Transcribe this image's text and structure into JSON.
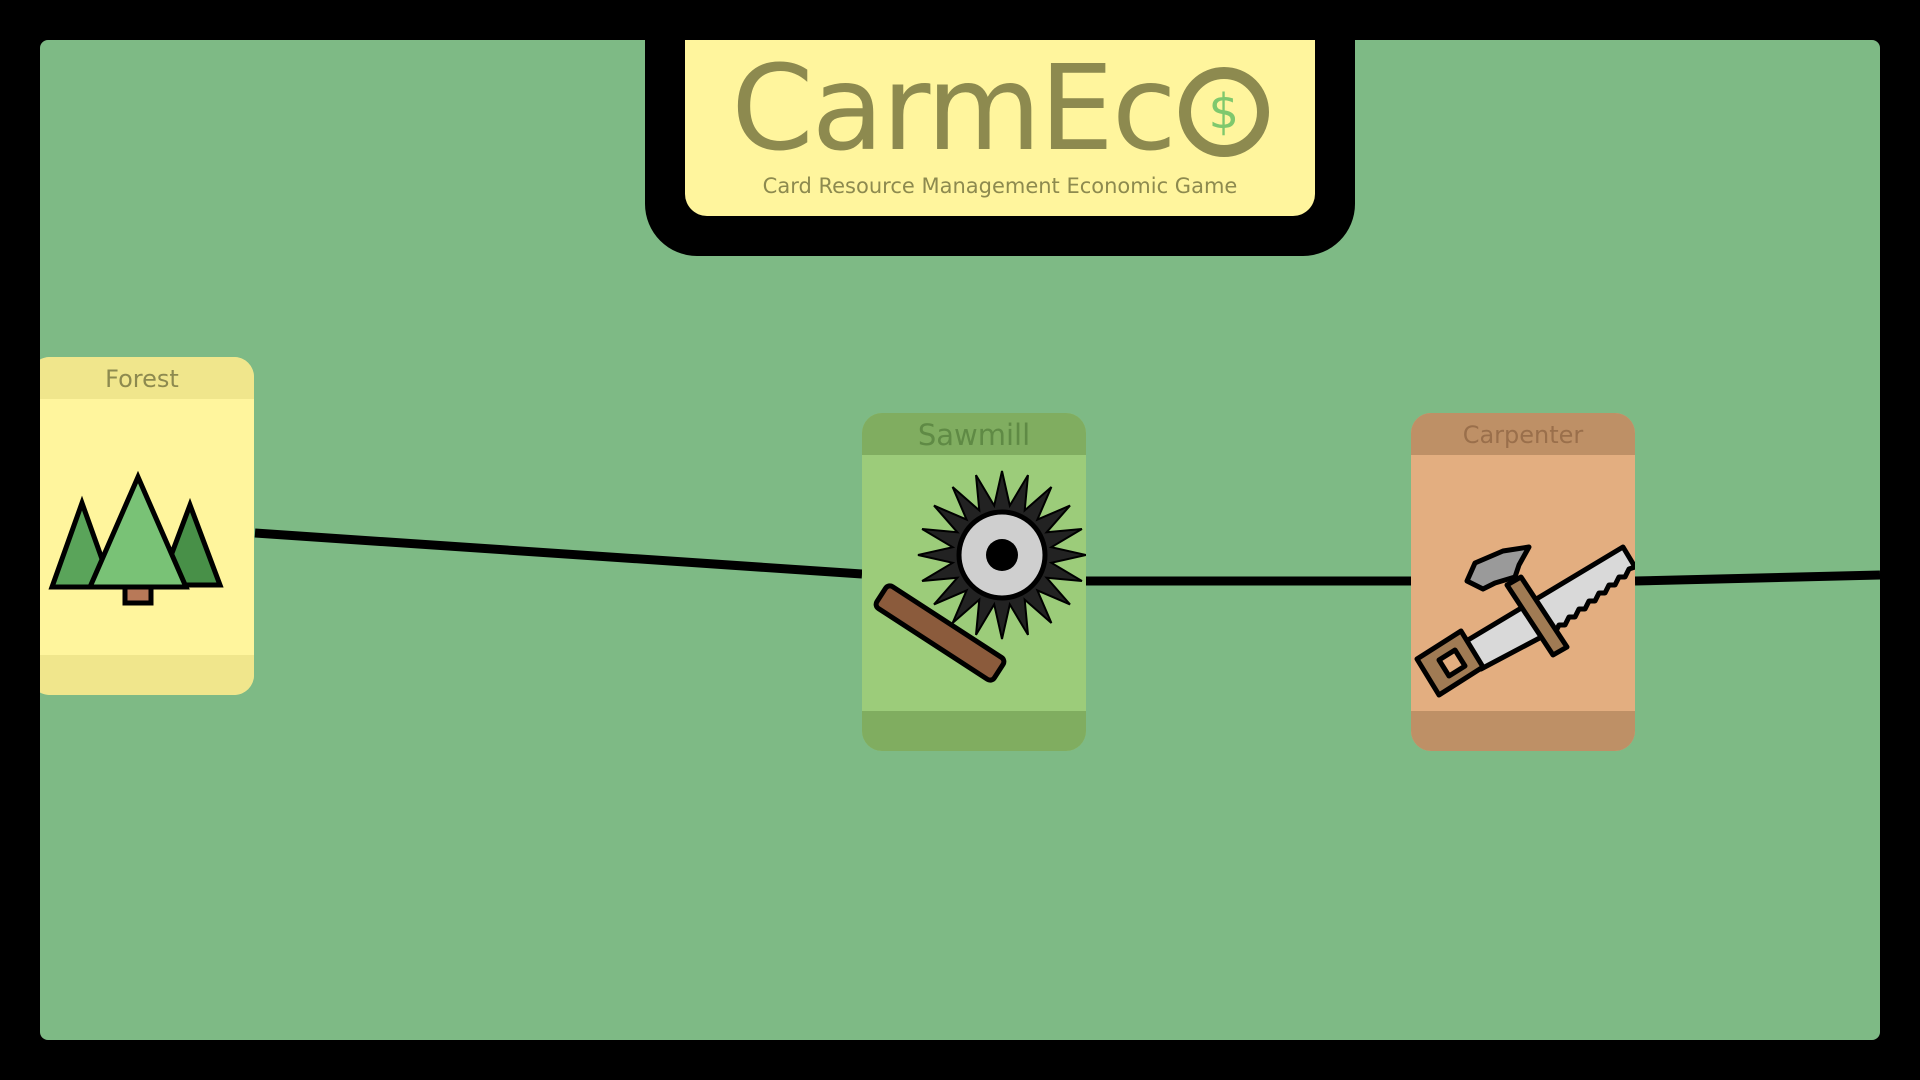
{
  "title": {
    "main": "CarmEco",
    "main_prefix": "CarmEc",
    "coin_symbol": "$",
    "subtitle": "Card Resource Management Economic Game"
  },
  "cards": [
    {
      "id": "forest",
      "label": "Forest",
      "icon": "pine-trees-icon",
      "color": "#fff59d"
    },
    {
      "id": "sawmill",
      "label": "Sawmill",
      "icon": "circular-saw-log-icon",
      "color": "#9ccc7a"
    },
    {
      "id": "carpenter",
      "label": "Carpenter",
      "icon": "hammer-saw-icon",
      "color": "#e3ae80"
    }
  ],
  "connections": [
    {
      "from": "forest",
      "to": "sawmill"
    },
    {
      "from": "sawmill",
      "to": "carpenter"
    },
    {
      "from": "carpenter",
      "to": "offscreen-right"
    }
  ],
  "colors": {
    "board": "#7eba85",
    "frame": "#000000",
    "title_panel": "#fff59d",
    "title_text": "#8d8a4f",
    "coin_symbol": "#7fc86d"
  }
}
